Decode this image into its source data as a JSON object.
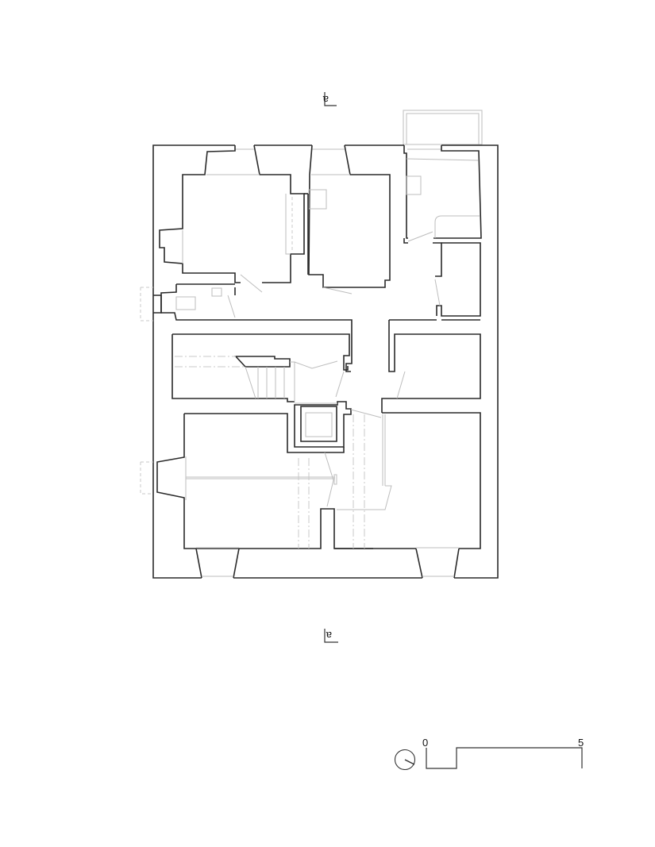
{
  "drawing": {
    "type": "architectural floor plan",
    "section_markers": [
      {
        "id": "section-marker-top",
        "label": "a"
      },
      {
        "id": "section-marker-bottom",
        "label": "a"
      }
    ],
    "scale_bar": {
      "start_label": "0",
      "end_label": "5"
    },
    "north_arrow": "north-arrow-icon"
  }
}
